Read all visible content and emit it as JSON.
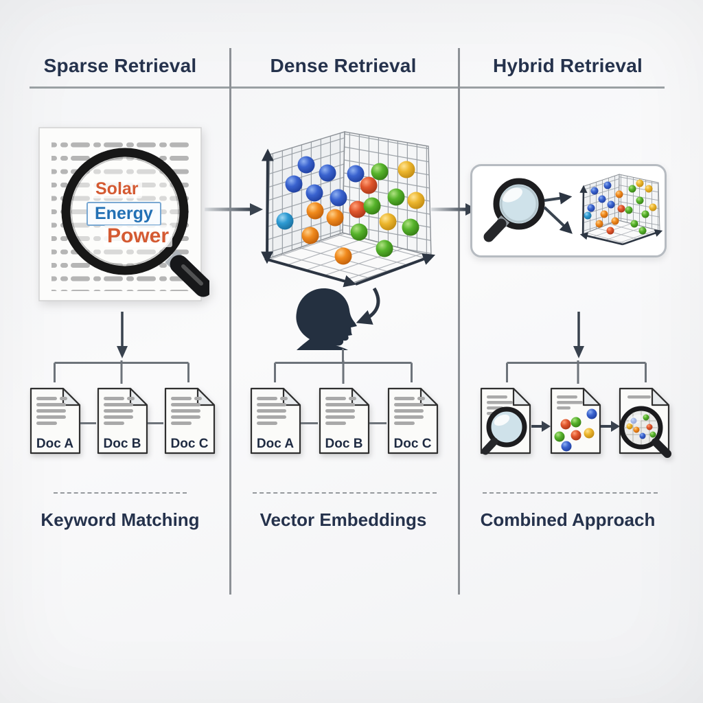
{
  "columns": [
    {
      "header": "Sparse Retrieval",
      "technique": "Keyword Matching",
      "keywords": [
        "Solar",
        "Energy",
        "Power"
      ],
      "docs": [
        "Doc A",
        "Doc B",
        "Doc C"
      ]
    },
    {
      "header": "Dense Retrieval",
      "technique": "Vector Embeddings",
      "docs": [
        "Doc A",
        "Doc B",
        "Doc C"
      ]
    },
    {
      "header": "Hybrid Retrieval",
      "technique": "Combined Approach",
      "docs": []
    }
  ],
  "icons": {
    "sparse": [
      "document-icon",
      "magnifier-icon"
    ],
    "dense": [
      "vector-space-cube-icon",
      "user-head-icon"
    ],
    "hybrid": [
      "magnifier-icon",
      "vector-space-cube-icon"
    ]
  },
  "palette": {
    "heading_text": "#25324c",
    "keyword_orange": "#d45a32",
    "keyword_blue": "#2270b4",
    "arrow": "#39424e",
    "divider_gray": "#8d9196",
    "connector_gray": "#6d737a",
    "ball_blue": "#3a63cf",
    "ball_light_blue": "#2d9ad2",
    "ball_orange": "#f08a1d",
    "ball_red": "#e0562c",
    "ball_green": "#56b32b",
    "ball_yellow": "#ecb62d",
    "lens_glass": "#cfe2ea"
  }
}
